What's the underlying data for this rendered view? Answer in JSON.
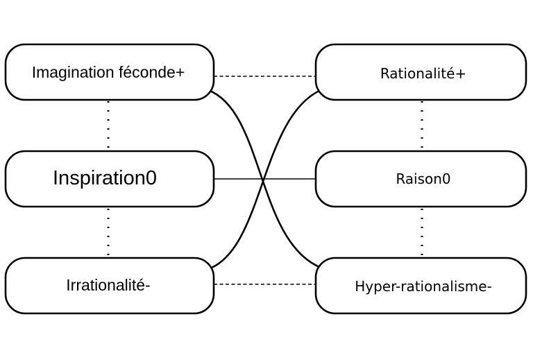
{
  "left_nodes": [
    {
      "label": "Imagination féconde+"
    },
    {
      "label": "Inspiration0"
    },
    {
      "label": "Irrationalité-"
    }
  ],
  "right_nodes": [
    {
      "label": "Rationalité+"
    },
    {
      "label": "Raison0"
    },
    {
      "label": "Hyper-rationalisme-"
    }
  ],
  "links": {
    "dashed": [
      [
        "Imagination féconde+",
        "Rationalité+"
      ],
      [
        "Irrationalité-",
        "Hyper-rationalisme-"
      ]
    ],
    "solid": [
      [
        "Inspiration0",
        "Raison0"
      ]
    ],
    "crossing_curves": [
      [
        "Imagination féconde+",
        "Hyper-rationalisme-"
      ],
      [
        "Irrationalité-",
        "Rationalité+"
      ]
    ],
    "dotted": [
      [
        "Imagination féconde+",
        "Inspiration0"
      ],
      [
        "Inspiration0",
        "Irrationalité-"
      ],
      [
        "Rationalité+",
        "Raison0"
      ],
      [
        "Raison0",
        "Hyper-rationalisme-"
      ]
    ]
  }
}
